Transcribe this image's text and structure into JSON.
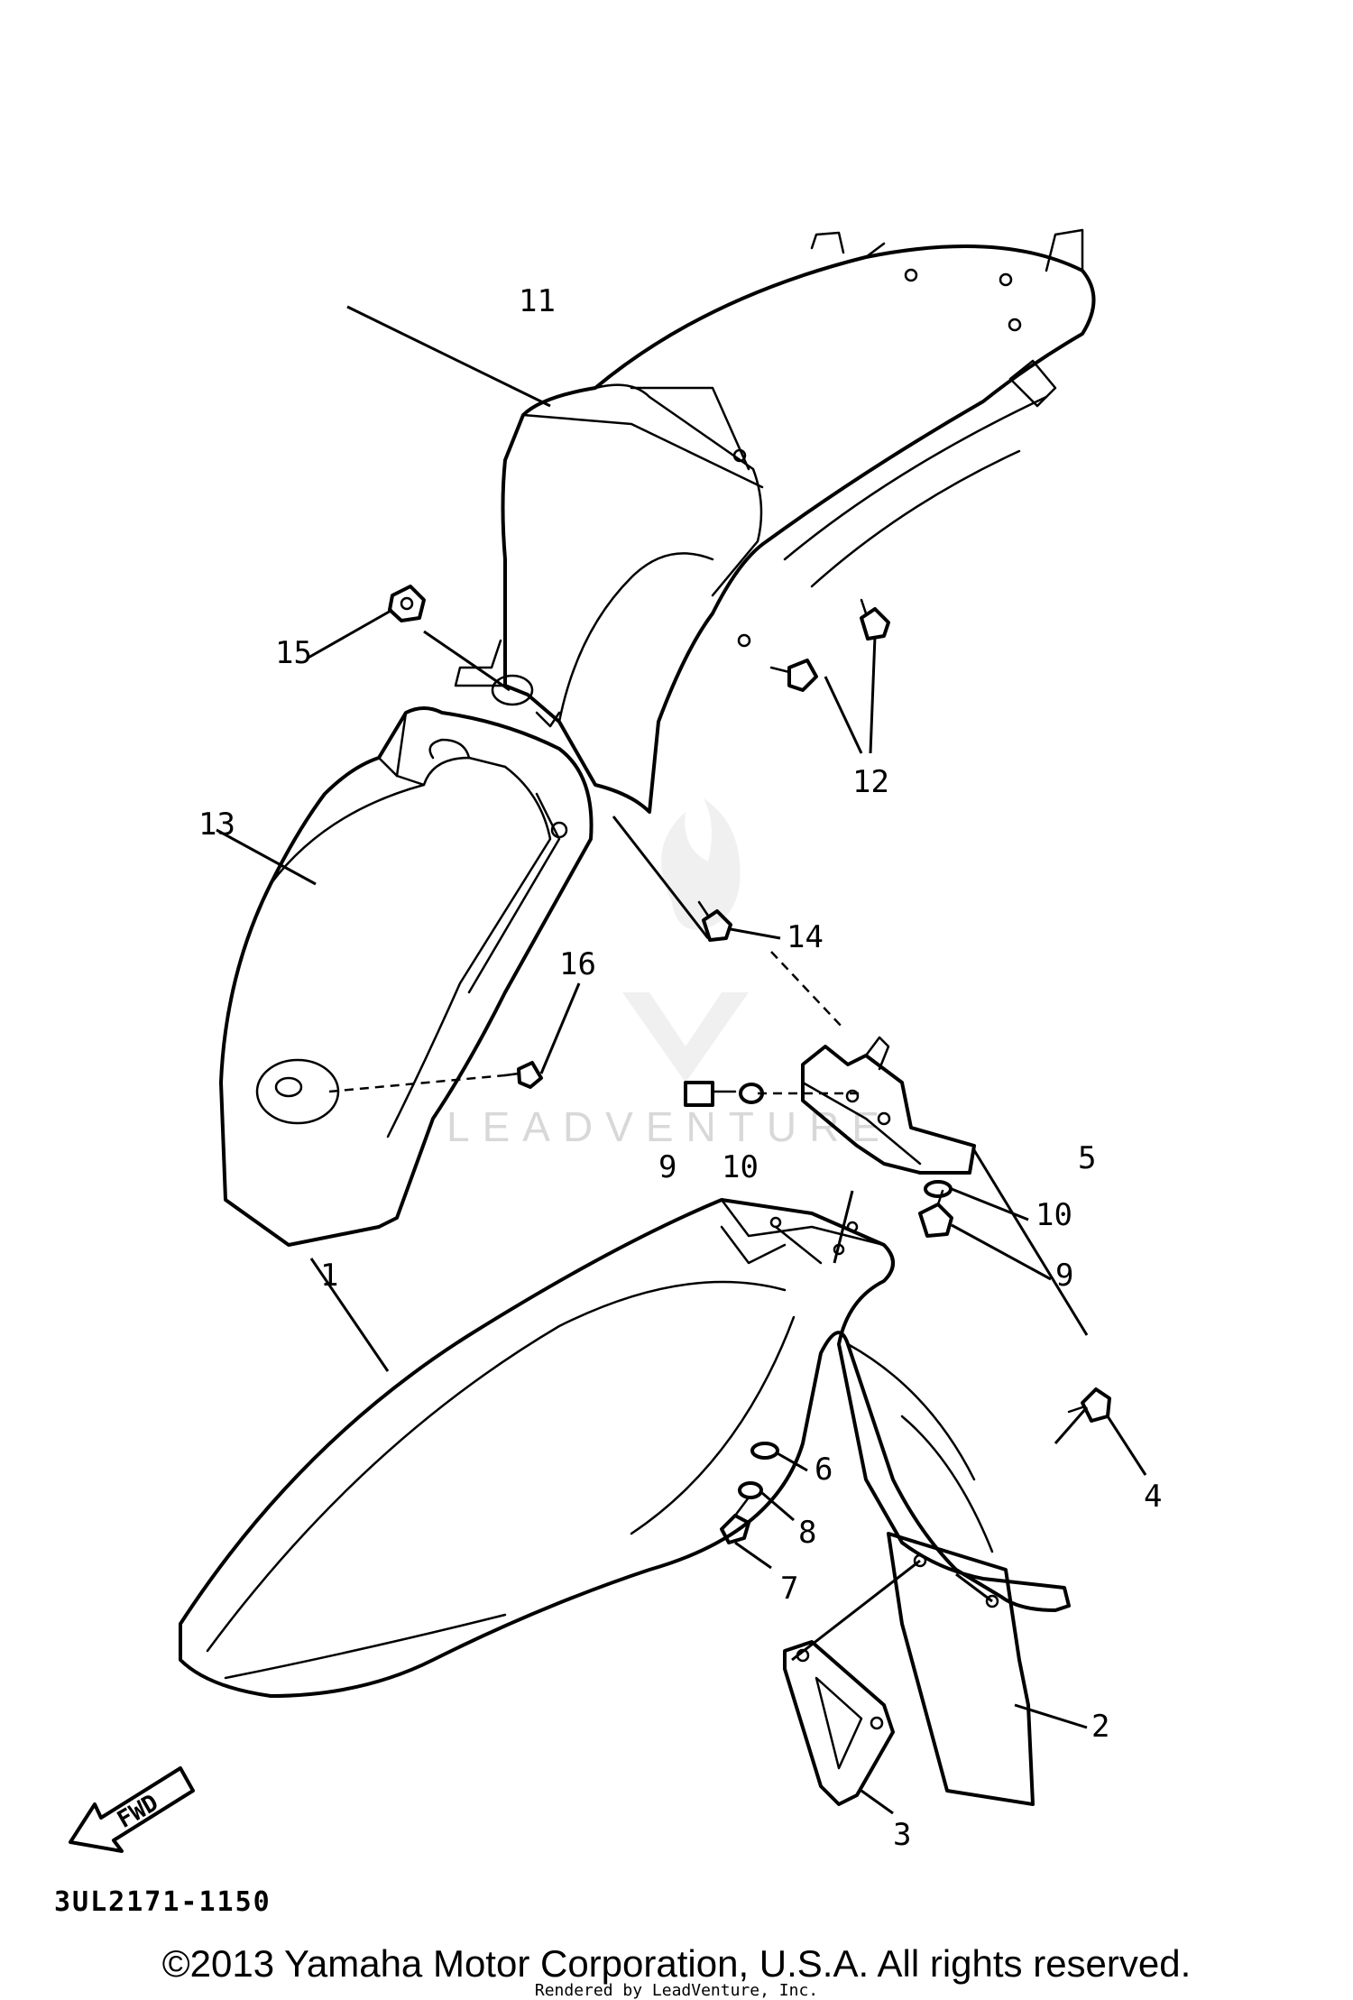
{
  "diagram": {
    "callouts": [
      {
        "id": "c1",
        "label": "1"
      },
      {
        "id": "c2",
        "label": "2"
      },
      {
        "id": "c3",
        "label": "3"
      },
      {
        "id": "c4",
        "label": "4"
      },
      {
        "id": "c5",
        "label": "5"
      },
      {
        "id": "c6",
        "label": "6"
      },
      {
        "id": "c7",
        "label": "7"
      },
      {
        "id": "c8",
        "label": "8"
      },
      {
        "id": "c9a",
        "label": "9"
      },
      {
        "id": "c9b",
        "label": "9"
      },
      {
        "id": "c10a",
        "label": "10"
      },
      {
        "id": "c10b",
        "label": "10"
      },
      {
        "id": "c11",
        "label": "11"
      },
      {
        "id": "c12",
        "label": "12"
      },
      {
        "id": "c13",
        "label": "13"
      },
      {
        "id": "c14",
        "label": "14"
      },
      {
        "id": "c15",
        "label": "15"
      },
      {
        "id": "c16",
        "label": "16"
      }
    ],
    "fwd_label": "FWD",
    "part_number": "3UL2171-1150",
    "watermark": "LEADVENTURE"
  },
  "footer": {
    "copyright": "©2013 Yamaha Motor Corporation, U.S.A. All rights reserved.",
    "rendered_by": "Rendered by LeadVenture, Inc."
  }
}
